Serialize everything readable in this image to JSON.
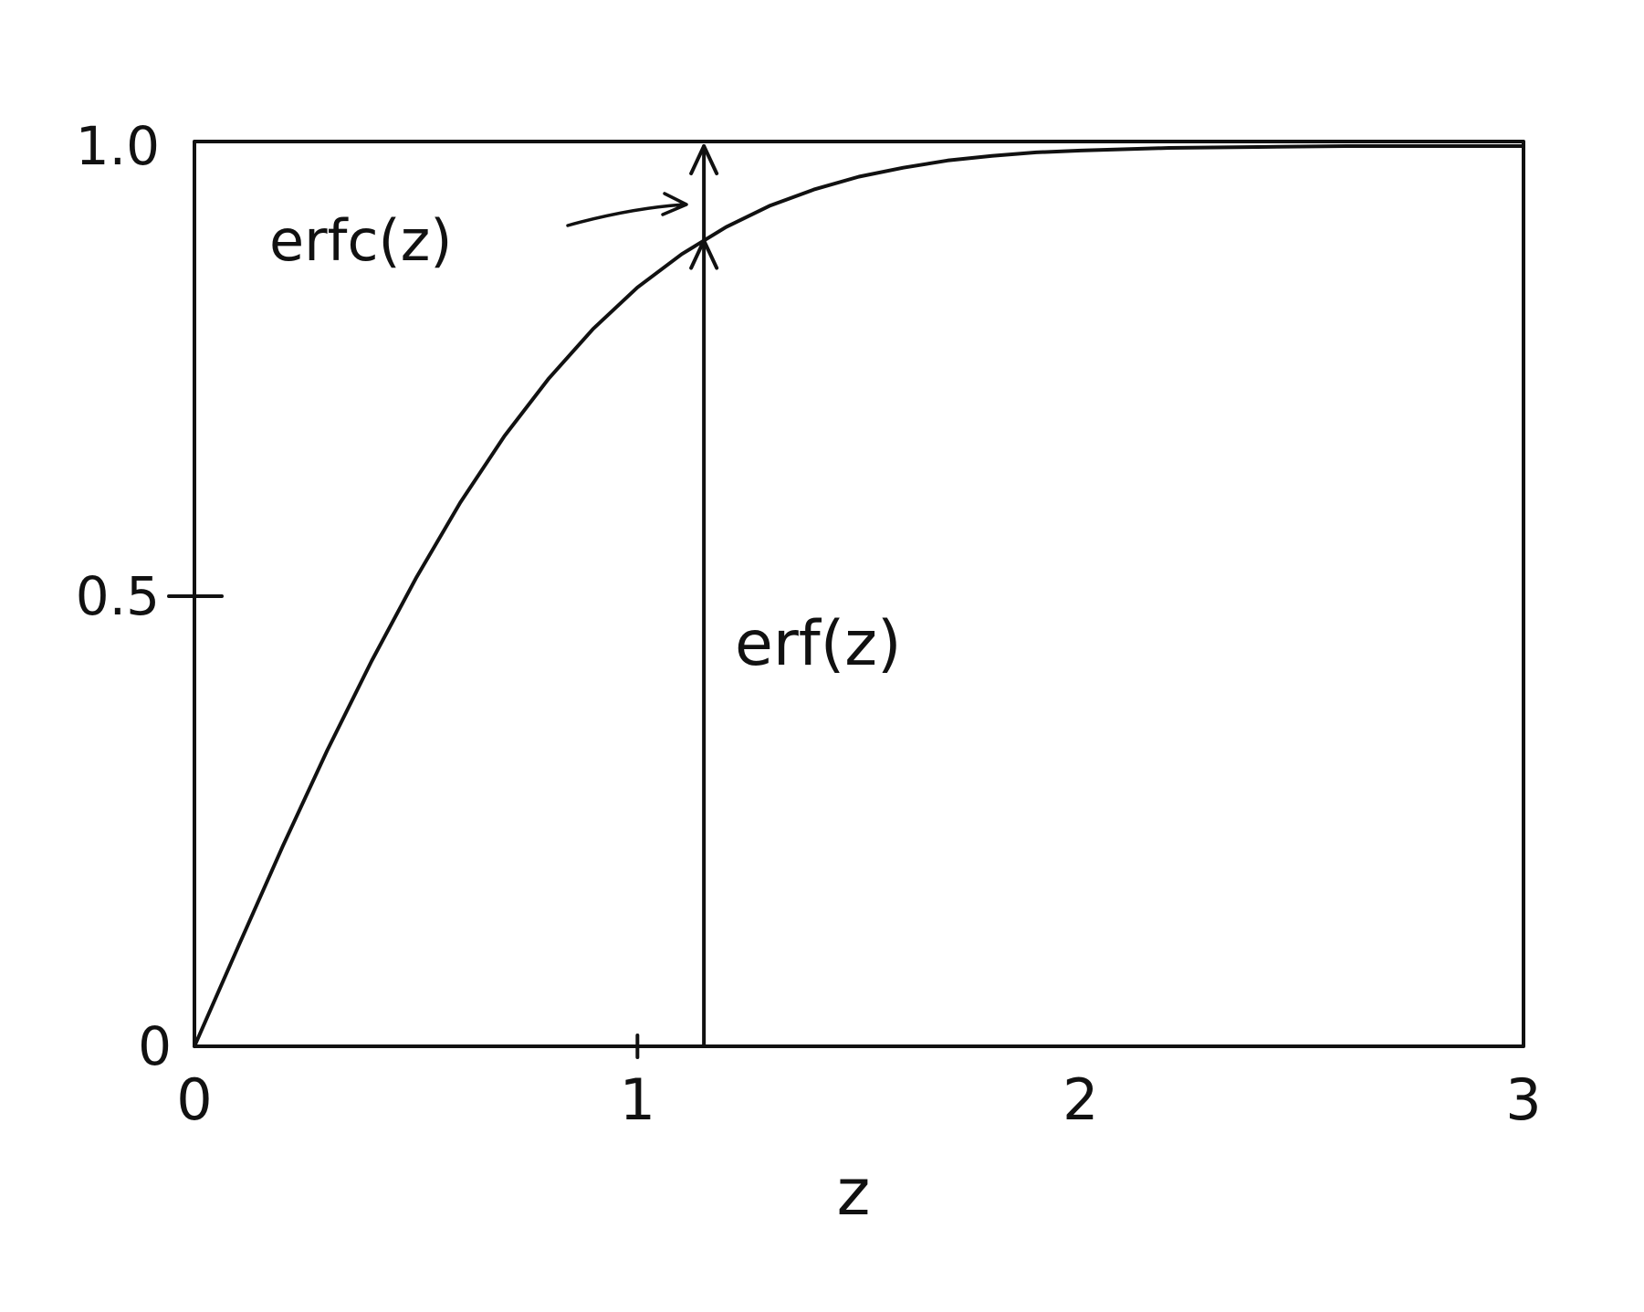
{
  "chart_data": {
    "type": "line",
    "title": "",
    "xlabel": "z",
    "ylabel": "",
    "xlim": [
      0,
      3
    ],
    "ylim": [
      0,
      1
    ],
    "grid": false,
    "xticks": [
      "0",
      "1",
      "2",
      "3"
    ],
    "yticks": [
      "0",
      "0.5",
      "1.0"
    ],
    "series": [
      {
        "name": "",
        "x": [
          0,
          0.1,
          0.2,
          0.3,
          0.4,
          0.5,
          0.6,
          0.7,
          0.8,
          0.9,
          1.0,
          1.1,
          1.2,
          1.3,
          1.4,
          1.5,
          1.6,
          1.7,
          1.8,
          1.9,
          2.0,
          2.2,
          2.4,
          2.6,
          2.8,
          3.0
        ],
        "y": [
          0,
          0.112,
          0.223,
          0.329,
          0.428,
          0.52,
          0.604,
          0.678,
          0.742,
          0.797,
          0.843,
          0.88,
          0.91,
          0.934,
          0.952,
          0.966,
          0.976,
          0.984,
          0.989,
          0.993,
          0.995,
          0.998,
          0.999,
          1.0,
          1.0,
          1.0
        ]
      }
    ],
    "marker_x": 1.15,
    "annotations": [
      "erfc(z)",
      "erf(z)"
    ]
  }
}
